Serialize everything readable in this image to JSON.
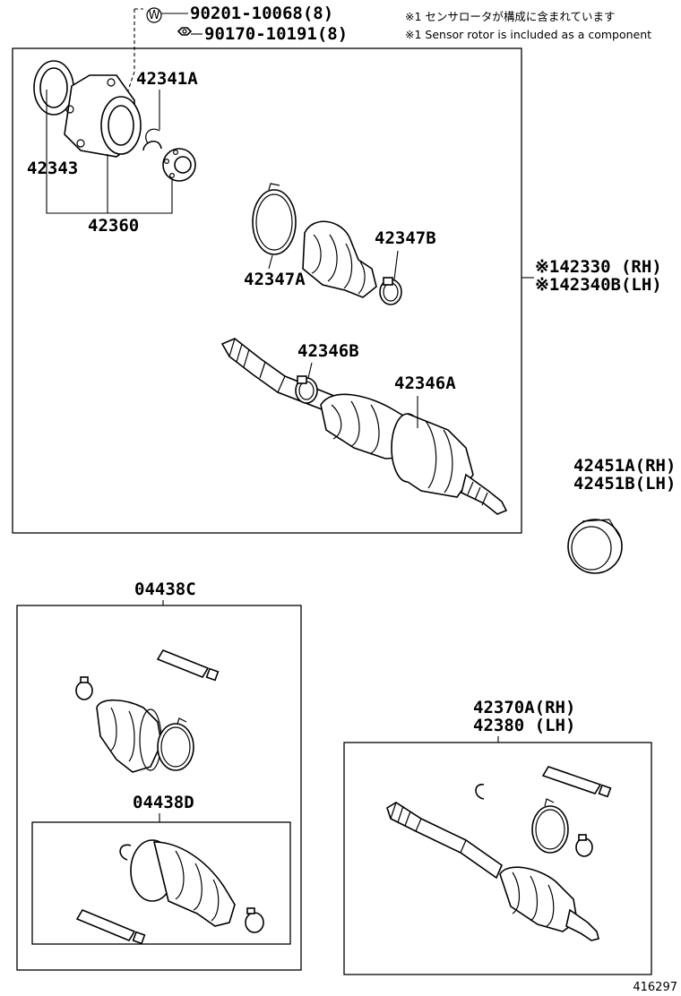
{
  "header": {
    "bolt": "90201-10068(8)",
    "nut": "90170-10191(8)",
    "washer_symbol": "W",
    "note_jp": "※1 センサロータが構成に含まれています",
    "note_en": "※1 Sensor rotor is included as a component"
  },
  "main_assembly": {
    "part_42341A": "42341A",
    "part_42343": "42343",
    "part_42360": "42360",
    "part_42347B": "42347B",
    "part_42347A": "42347A",
    "part_42346B": "42346B",
    "part_42346A": "42346A",
    "assembly_rh": "※142330 (RH)",
    "assembly_lh": "※142340B(LH)"
  },
  "seal": {
    "rh": "42451A(RH)",
    "lh": "42451B(LH)"
  },
  "kit_c": {
    "label": "04438C"
  },
  "kit_d": {
    "label": "04438D"
  },
  "shaft_kit": {
    "rh": "42370A(RH)",
    "lh": "42380 (LH)"
  },
  "figure_number": "416297"
}
